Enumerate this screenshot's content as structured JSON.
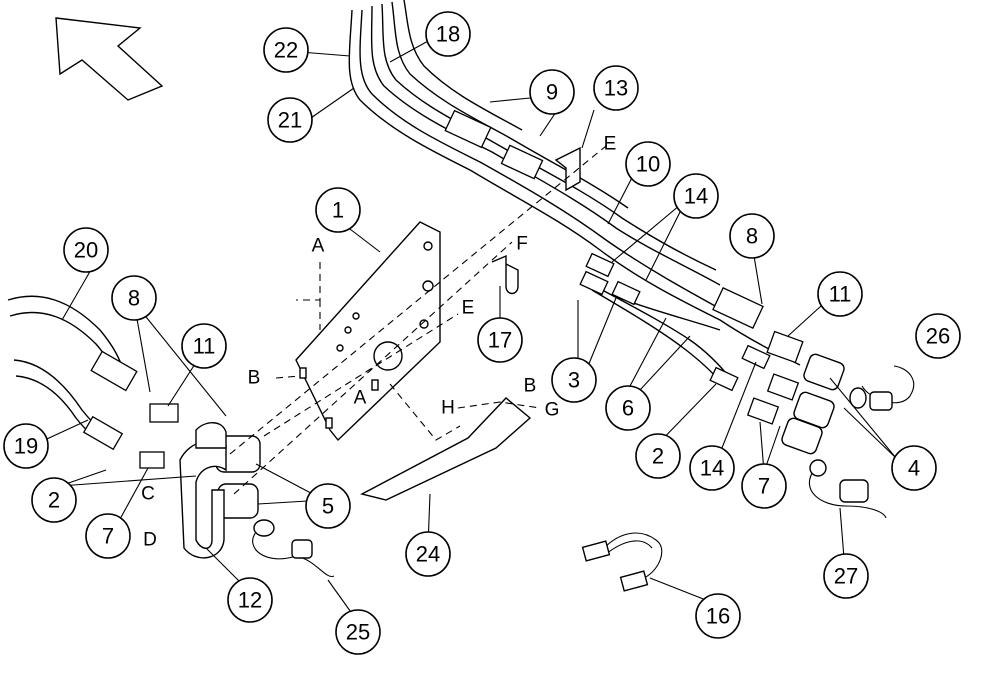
{
  "callouts": {
    "c1": "1",
    "c2a": "2",
    "c2b": "2",
    "c3": "3",
    "c4": "4",
    "c5": "5",
    "c6": "6",
    "c7a": "7",
    "c7b": "7",
    "c8a": "8",
    "c8b": "8",
    "c9": "9",
    "c10": "10",
    "c11a": "11",
    "c11b": "11",
    "c12": "12",
    "c13": "13",
    "c14a": "14",
    "c14b": "14",
    "c16": "16",
    "c17": "17",
    "c18": "18",
    "c19": "19",
    "c20": "20",
    "c21": "21",
    "c22": "22",
    "c24": "24",
    "c25": "25",
    "c26": "26",
    "c27": "27"
  },
  "letters": {
    "A1": "A",
    "A2": "A",
    "B1": "B",
    "B2": "B",
    "C": "C",
    "D": "D",
    "E1": "E",
    "E2": "E",
    "F": "F",
    "G": "G",
    "H": "H"
  },
  "icons": {
    "direction_arrow": "arrow-up-left-icon"
  }
}
